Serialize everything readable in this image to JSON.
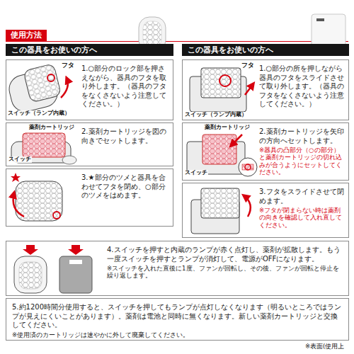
{
  "diagram": {
    "title": "使用方法",
    "nodes": [
      {
        "text": [
          "この器具をお使いの方へ"
        ]
      },
      {
        "text": [
          "1.○部分のロック部を押さえながら、器具のフタを取り外します。（器具のフタをなくさないよう注意してください。）"
        ]
      },
      {
        "text": [
          "2.薬剤カートリッジを図の向きでセットします。"
        ]
      },
      {
        "text": [
          "3.★部分のツメと器具を合わせてフタを閉め、○部分のツメをはめます。"
        ]
      },
      {
        "text": [
          "この器具をお使いの方へ"
        ]
      },
      {
        "text": [
          "1.○部分の所を押しながら器具のフタをスライドさせて取り外します。（器具のフタをなくさないよう注意してください。）"
        ]
      },
      {
        "text": [
          "2.薬剤カートリッジを矢印の方向へセットします。",
          "※器具の凸部分（○の部分）と薬剤カートリッジの切れ込みが合うようにセットしてください。"
        ]
      },
      {
        "text": [
          "3.フタをスライドさせて閉めます。",
          "※フタが閉まらない時は薬剤の向きを確認して入れ直してください。"
        ]
      },
      {
        "text": [
          "4.スイッチを押すと内蔵のランプが赤く点灯し、薬剤が拡散します。もう一度スイッチを押すとランプが消灯して、電源がOFFになります。",
          "※スイッチを入れた直後に1度、ファンが回転し、その後、ファンが回転と停止を繰り返します。"
        ]
      },
      {
        "text": [
          "5.約1200時間分使用すると、スイッチを押してもランプが点灯しなくなります（明るいところではランプが見えにくいことがあります）。薬剤は電池と同時に無くなります。新しい薬剤カートリッジと交換してください。",
          "※使用済のカートリッジは速やかに外して廃棄してください。"
        ]
      }
    ],
    "labels": [
      "フタ",
      "スイッチ（ランプ内蔵）",
      "薬剤カートリッジ",
      "スイッチ",
      "フタ",
      "スイッチ（ランプ内蔵）",
      "薬剤カートリッジ",
      "スイッチ",
      "※表面(使用上"
    ]
  }
}
